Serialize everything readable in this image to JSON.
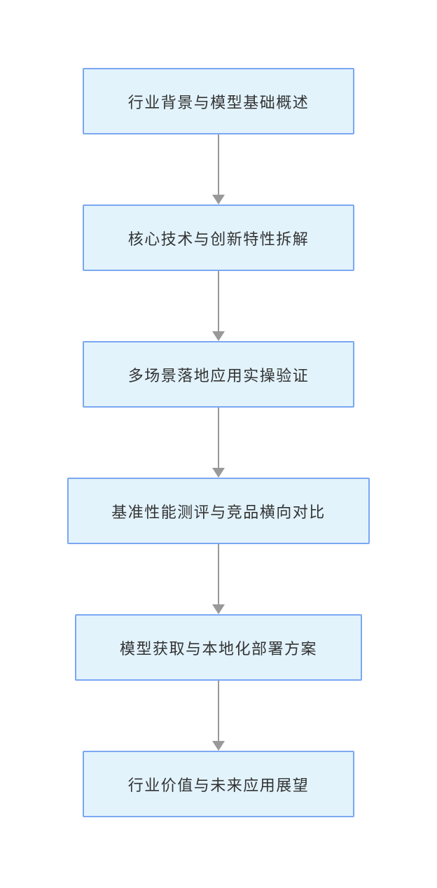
{
  "flowchart": {
    "type": "flowchart",
    "direction": "top-down",
    "nodes": [
      {
        "order": 1,
        "label": "行业背景与模型基础概述"
      },
      {
        "order": 2,
        "label": "核心技术与创新特性拆解"
      },
      {
        "order": 3,
        "label": "多场景落地应用实操验证"
      },
      {
        "order": 4,
        "label": "基准性能测评与竞品横向对比"
      },
      {
        "order": 5,
        "label": "模型获取与本地化部署方案"
      },
      {
        "order": 6,
        "label": "行业价值与未来应用展望"
      }
    ],
    "edges": [
      {
        "from": 1,
        "to": 2
      },
      {
        "from": 2,
        "to": 3
      },
      {
        "from": 3,
        "to": 4
      },
      {
        "from": 4,
        "to": 5
      },
      {
        "from": 5,
        "to": 6
      }
    ],
    "colors": {
      "node_fill": "#e2f3fc",
      "node_border": "#7aa7f2",
      "arrow": "#999999",
      "text": "#333333",
      "background": "#ffffff"
    }
  }
}
